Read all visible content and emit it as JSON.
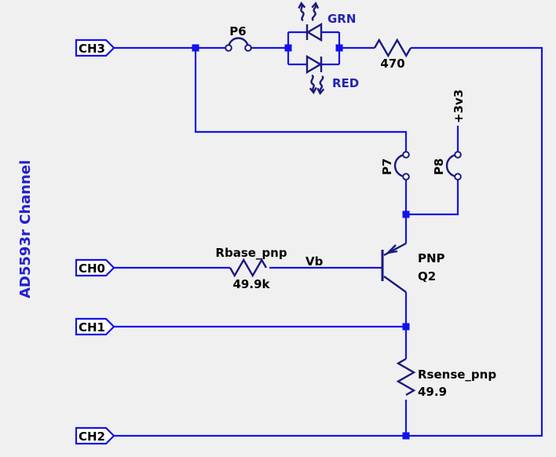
{
  "title": "AD5593r Channel",
  "colors": {
    "background": "#f0f0f0",
    "wire": "#1414e6",
    "component": "#191980",
    "junction": "#1111ee",
    "blue_label": "#2323b3",
    "black_label": "#000000",
    "title_color": "#2121cc",
    "pad_fill": "#ffffff"
  },
  "connectors": {
    "ch3": {
      "label": "CH3"
    },
    "ch0": {
      "label": "CH0"
    },
    "ch1": {
      "label": "CH1"
    },
    "ch2": {
      "label": "CH2"
    }
  },
  "jumpers": {
    "p6": {
      "label": "P6"
    },
    "p7": {
      "label": "P7"
    },
    "p8": {
      "label": "P8"
    }
  },
  "power_rail": {
    "label": "+3v3"
  },
  "leds": {
    "green": {
      "label": "GRN"
    },
    "red": {
      "label": "RED"
    }
  },
  "resistors": {
    "r_led": {
      "value": "470"
    },
    "r_base": {
      "name": "Rbase_pnp",
      "value": "49.9k"
    },
    "r_sense": {
      "name": "Rsense_pnp",
      "value": "49.9"
    }
  },
  "transistor": {
    "type": "PNP",
    "ref": "Q2"
  },
  "nets": {
    "base": {
      "label": "Vb"
    }
  }
}
